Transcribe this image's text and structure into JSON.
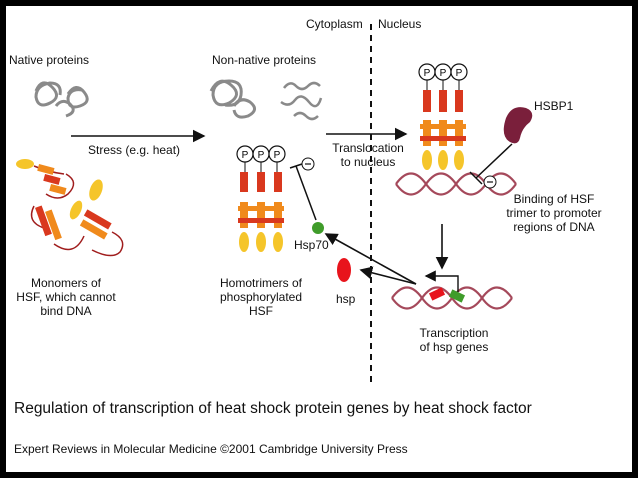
{
  "labels": {
    "cytoplasm": "Cytoplasm",
    "nucleus": "Nucleus",
    "native_proteins": "Native proteins",
    "non_native_proteins": "Non-native proteins",
    "stress": "Stress (e.g. heat)",
    "translocation": "Translocation\nto nucleus",
    "hsbp1": "HSBP1",
    "binding": "Binding of HSF\ntrimer to promoter\nregions of DNA",
    "hsp70": "Hsp70",
    "hsp": "hsp",
    "monomers": "Monomers of\nHSF, which cannot\nbind DNA",
    "homotrimers": "Homotrimers of\nphosphorylated\nHSF",
    "transcription": "Transcription\nof hsp genes",
    "phospho_symbol": "P",
    "inhibit_symbol": "⊖"
  },
  "caption": "Regulation of transcription of heat shock protein genes by heat shock factor",
  "credit": "Expert Reviews in Molecular Medicine ©2001 Cambridge University Press",
  "colors": {
    "hsf_orange": "#f08a1c",
    "hsf_red": "#d9381e",
    "hsf_yellow": "#f5c52a",
    "dna": "#a5495b",
    "hsp70_green": "#3f9c2a",
    "hsp_red": "#e8141c",
    "hsbp1": "#7a1f3b",
    "protein_gray": "#8a8a8a"
  }
}
